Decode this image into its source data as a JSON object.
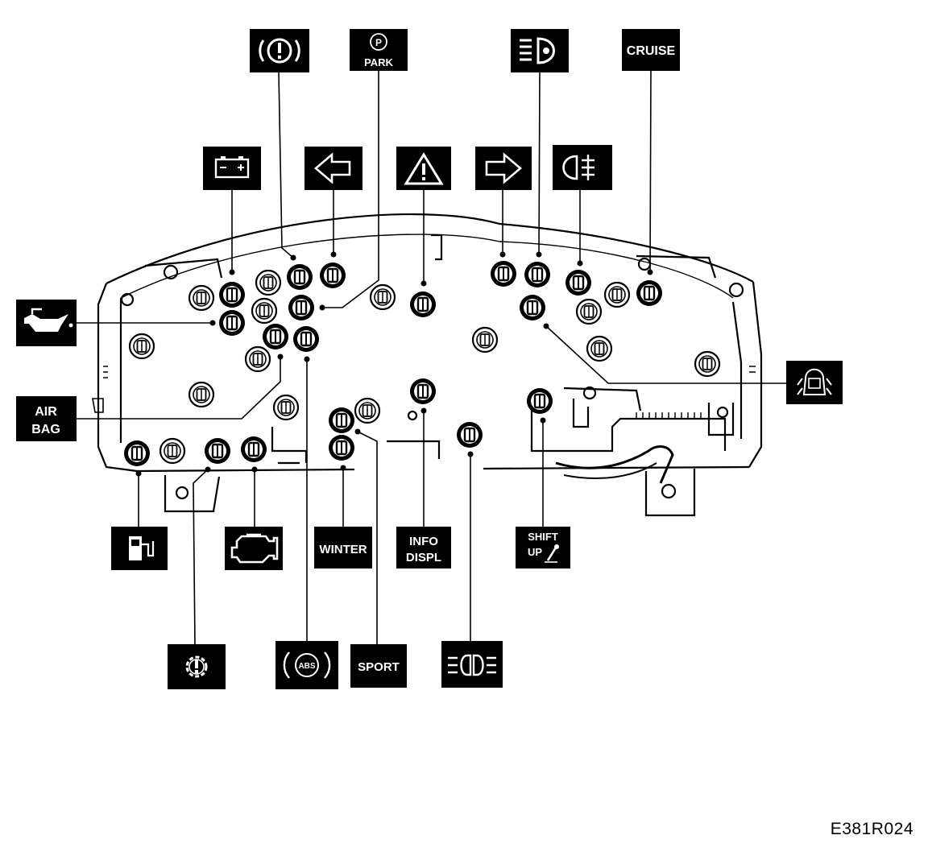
{
  "figure_id": "E381R024",
  "labels": {
    "park": "PARK",
    "cruise": "CRUISE",
    "air_bag_line1": "AIR",
    "air_bag_line2": "BAG",
    "winter": "WINTER",
    "info_line1": "INFO",
    "info_line2": "DISPL",
    "shift_line1": "SHIFT",
    "shift_line2": "UP",
    "sport": "SPORT",
    "abs": "ABS"
  },
  "icons": {
    "brake": "brake-warning-icon",
    "park": "parking-brake-icon",
    "high_beam": "high-beam-icon",
    "cruise": "cruise-control-indicator",
    "battery": "battery-charge-icon",
    "turn_left": "left-turn-arrow-icon",
    "hazard": "hazard-warning-icon",
    "turn_right": "right-turn-arrow-icon",
    "rear_fog": "rear-fog-light-icon",
    "oil": "oil-pressure-icon",
    "door_ajar": "door-open-icon",
    "air_bag": "airbag-indicator",
    "fuel": "low-fuel-icon",
    "check_engine": "check-engine-icon",
    "winter": "winter-mode-indicator",
    "info": "info-display-indicator",
    "shift_up": "shift-up-indicator",
    "gearbox_fault": "gearbox-warning-icon",
    "abs": "abs-warning-icon",
    "sport": "sport-mode-indicator",
    "front_fog": "front-fog-light-icon"
  }
}
